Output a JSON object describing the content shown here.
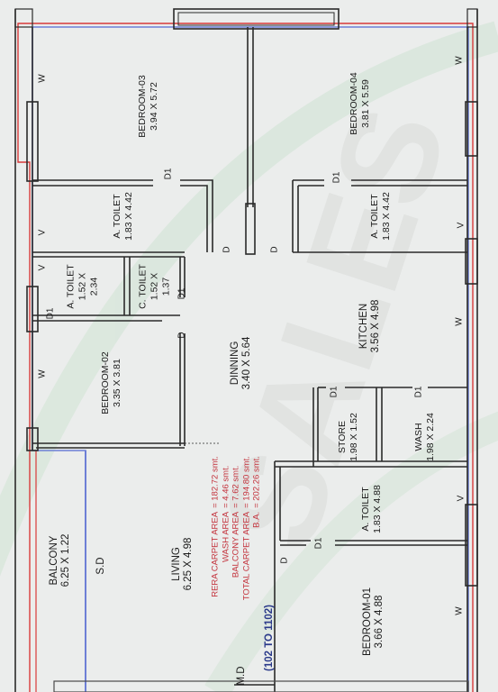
{
  "rooms": {
    "bedroom03": {
      "name": "BEDROOM-03",
      "dims": "3.94 X 5.72"
    },
    "bedroom04": {
      "name": "BEDROOM-04",
      "dims": "3.81 X 5.59"
    },
    "toilet_a_top_left": {
      "name": "A. TOILET",
      "dims": "1.83 X 4.42"
    },
    "toilet_a_top_right": {
      "name": "A. TOILET",
      "dims": "1.83 X 4.42"
    },
    "toilet_a_small": {
      "name": "A. TOILET",
      "dims_1": "1.52 X",
      "dims_2": "2.34"
    },
    "toilet_c": {
      "name": "C. TOILET",
      "dims_1": "1.52 X",
      "dims_2": "1.37"
    },
    "bedroom02": {
      "name": "BEDROOM-02",
      "dims": "3.35 X 3.81"
    },
    "dinning": {
      "name": "DINNING",
      "dims": "3.40 X 5.64"
    },
    "kitchen": {
      "name": "KITCHEN",
      "dims": "3.56 X 4.98"
    },
    "store": {
      "name": "STORE",
      "dims": "1.98 X 1.52"
    },
    "wash": {
      "name": "WASH",
      "dims": "1.98 X 2.24"
    },
    "toilet_a_bottom": {
      "name": "A. TOILET",
      "dims": "1.83 X 4.88"
    },
    "balcony": {
      "name": "BALCONY",
      "dims": "6.25 X 1.22"
    },
    "living": {
      "name": "LIVING",
      "dims": "6.25 X 4.98"
    },
    "bedroom01": {
      "name": "BEDROOM-01",
      "dims": "3.66 X 4.88"
    }
  },
  "marks": {
    "window": "W",
    "door": "D",
    "door1": "D1",
    "vent": "V",
    "sd": "S.D",
    "md": "M.D"
  },
  "flat_range": "(102 TO 1102)",
  "areas": [
    {
      "label": "RERA CARPET AREA",
      "value": "= 182.72 smt."
    },
    {
      "label": "WASH AREA",
      "value": "= 4.46 smt."
    },
    {
      "label": "BALCONY AREA",
      "value": "= 7.62 smt."
    },
    {
      "label": "TOTAL CARPET AREA",
      "value": "= 194.80 smt."
    },
    {
      "label": "B.A.",
      "value": "= 202.26 smt."
    }
  ],
  "watermark": "SALES",
  "colors": {
    "wall": "#2a2a2a",
    "outline_red": "#d83a3a",
    "outline_blue": "#6d7fd6",
    "watermark_green": "#cfe3d3",
    "area_text": "#c3323c"
  }
}
